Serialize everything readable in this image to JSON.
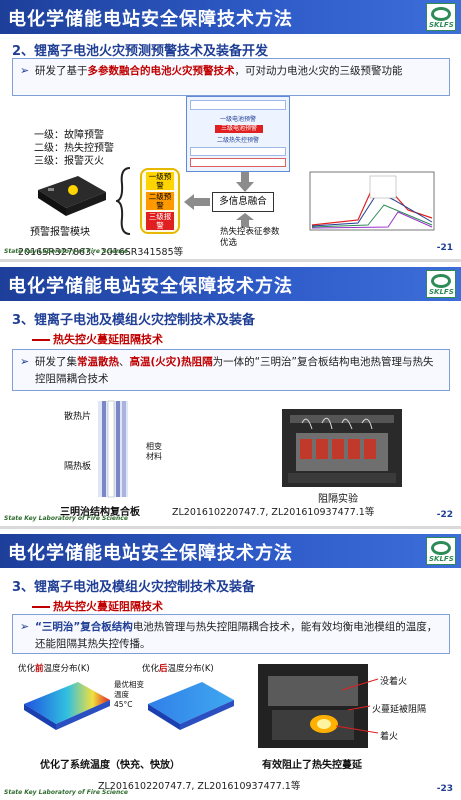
{
  "slides": [
    {
      "title": "电化学储能电站安全保障技术方法",
      "subhead": "2、锂离子电池火灾预测预警技术及装备开发",
      "bullet": {
        "pre": "研发了基于",
        "highlight": "多参数融合的电池火灾预警技术",
        "post": "，可对动力电池火灾的三级预警功能"
      },
      "levels": [
        "一级：故障预警",
        "二级：热失控预警",
        "三级：报警灭火"
      ],
      "module_label": "预警报警模块",
      "stack_labels": [
        "一级预警",
        "二级预警",
        "三级报警"
      ],
      "fusion_label": "多信息融合",
      "param_label": "热失控表征参数优选",
      "diagram_labels": [
        "一级电池预警",
        "三级电池预警",
        "二级热失控预警"
      ],
      "patent": "2016SR327863、2016SR341585等",
      "lab": "State Key Laboratory of Fire Science",
      "page": "-21",
      "colors": {
        "level1": "#ffd400",
        "level2": "#ff9900",
        "level3": "#e02020"
      }
    },
    {
      "title": "电化学储能电站安全保障技术方法",
      "subhead": "3、锂离子电池及模组火灾控制技术及装备",
      "subsub": "热失控火蔓延阻隔技术",
      "bullet": {
        "pre": "研发了集",
        "highlight1": "常温散热",
        "mid": "、",
        "highlight2": "高温(火灾)热阻隔",
        "post": "为一体的“三明治”复合板结构电池热管理与热失控阻隔耦合技术"
      },
      "labels": {
        "heat_sink": "散热片",
        "phase_change": "相变材料",
        "insulation": "隔热板",
        "composite": "三明治结构复合板",
        "experiment": "阻隔实验"
      },
      "patent": "ZL201610220747.7, ZL201610937477.1等",
      "lab": "State Key Laboratory of Fire Science",
      "page": "-22"
    },
    {
      "title": "电化学储能电站安全保障技术方法",
      "subhead": "3、锂离子电池及模组火灾控制技术及装备",
      "subsub": "热失控火蔓延阻隔技术",
      "bullet": {
        "highlight": "“三明治”复合板结构",
        "post": "电池热管理与热失控阻隔耦合技术，能有效均衡电池模组的温度，还能阻隔其热失控传播。"
      },
      "before": {
        "pre": "优化",
        "hl": "前",
        "post": "温度分布(K)"
      },
      "after": {
        "pre": "优化",
        "hl": "后",
        "post": "温度分布(K)"
      },
      "max_temp": "最优相变温度45°C",
      "result1": "优化了系统温度（快充、快放）",
      "result2": "有效阻止了热失控蔓延",
      "fire_labels": {
        "no_fire": "没着火",
        "blocked": "火蔓延被阻隔",
        "on_fire": "着火"
      },
      "patent": "ZL201610220747.7, ZL201610937477.1等",
      "lab": "State Key Laboratory of Fire Science",
      "page": "-23"
    }
  ]
}
